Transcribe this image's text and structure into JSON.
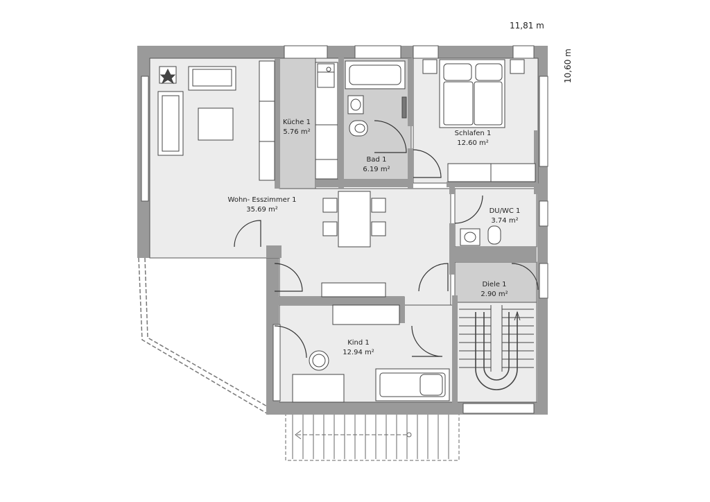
{
  "dimensions": {
    "width": "11,81 m",
    "depth": "10,60 m"
  },
  "rooms": [
    {
      "id": "kueche",
      "name": "Küche 1",
      "area": "5.76 m²"
    },
    {
      "id": "bad",
      "name": "Bad 1",
      "area": "6.19 m²"
    },
    {
      "id": "schlafen",
      "name": "Schlafen 1",
      "area": "12.60 m²"
    },
    {
      "id": "wohnen",
      "name": "Wohn- Esszimmer 1",
      "area": "35.69 m²"
    },
    {
      "id": "duwc",
      "name": "DU/WC 1",
      "area": "3.74 m²"
    },
    {
      "id": "diele",
      "name": "Diele 1",
      "area": "2.90 m²"
    },
    {
      "id": "kind",
      "name": "Kind 1",
      "area": "12.94 m²"
    }
  ],
  "colors": {
    "wall": "#9a9a9a",
    "floor": "#ececec",
    "wet_room": "#cfcfcf",
    "furniture": "#ffffff",
    "line": "#444444"
  }
}
